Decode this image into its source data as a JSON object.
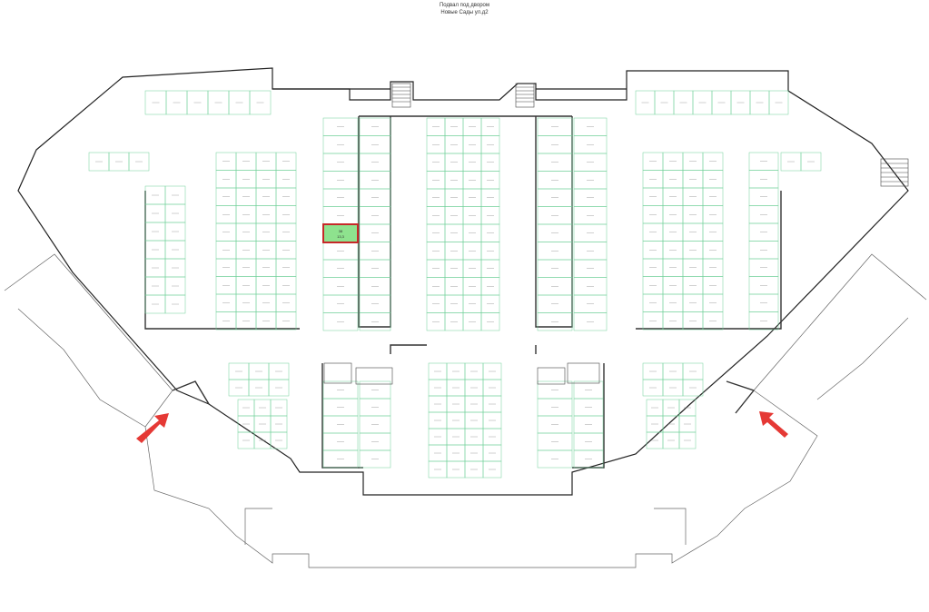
{
  "header": {
    "line1": "Подвал под двором",
    "line2": "Новые Сады ул.д2"
  },
  "colors": {
    "wall": "#222222",
    "thin_wall": "#555555",
    "grid": "#6fcf97",
    "label_red": "#d23a3a",
    "highlight_fill": "#8ee28e",
    "highlight_stroke": "#c62828",
    "arrow": "#e53935"
  },
  "highlighted_space": {
    "number": "38",
    "area": "13,3"
  },
  "icons": [
    "entrance-arrow-left",
    "entrance-arrow-right"
  ]
}
